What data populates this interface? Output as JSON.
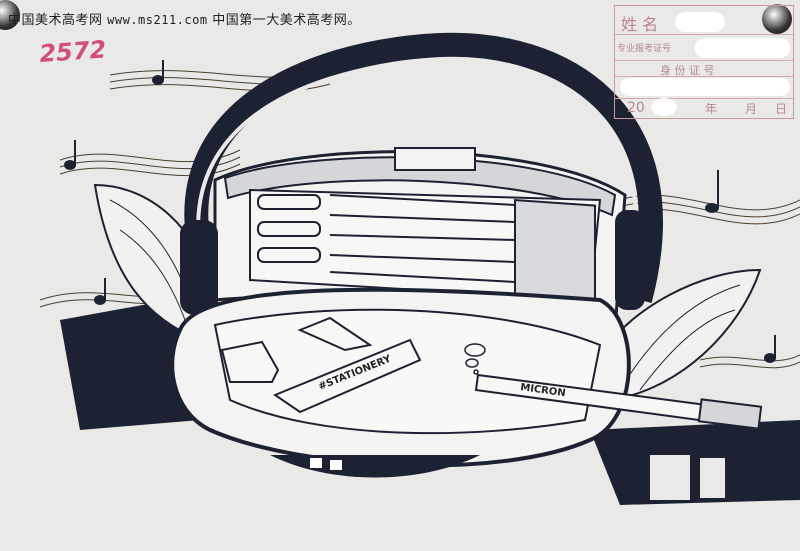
{
  "watermark": {
    "site_name": "中国美术高考网",
    "url": "www.ms211.com",
    "tagline": "中国第一大美术高考网。"
  },
  "handwritten_mark": "2572",
  "exam_form": {
    "name_label": "姓 名",
    "exam_id_label": "专业报考证号",
    "id_card_label": "身 份 证 号",
    "date_prefix": "20",
    "year_label": "年",
    "month_label": "月",
    "day_label": "日"
  },
  "drawing": {
    "ruler_text": "#STATIONERY",
    "pen_text": "MICRON"
  },
  "colors": {
    "ink": "#1d2233",
    "paper": "#e9e9e7",
    "shadow": "#9aa0ae",
    "stamp": "#c99a9a",
    "pink": "#d0507a"
  }
}
